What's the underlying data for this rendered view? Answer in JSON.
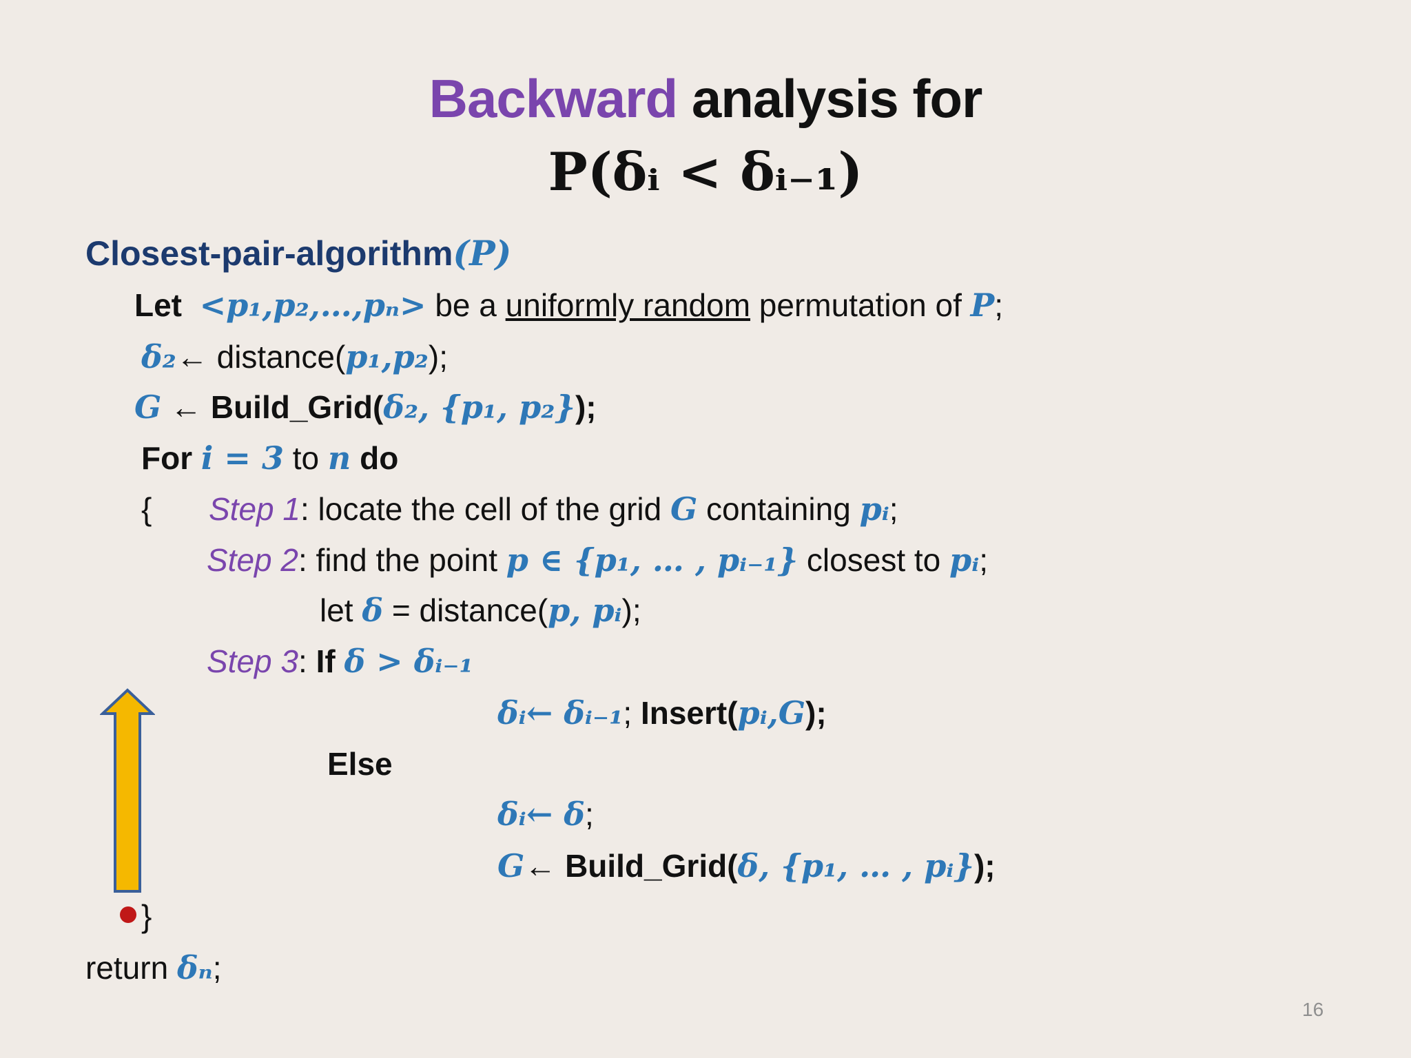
{
  "title": {
    "highlight": "Backward",
    "rest": " analysis for",
    "formula": "P(δᵢ < δᵢ₋₁)"
  },
  "algorithm": {
    "heading": "Closest-pair-algorithm",
    "heading_arg": "(P)",
    "let_kw": "Let",
    "let_seq": "<p₁,p₂,…,pₙ>",
    "let_text_a": " be a ",
    "let_underlined": "uniformly random",
    "let_text_b": " permutation of ",
    "let_P": "P",
    "let_end": ";",
    "delta2_sym": "δ₂",
    "delta2_text": "← distance(",
    "delta2_args": "p₁,p₂",
    "delta2_end": ");",
    "grid_sym": "G",
    "grid_call": " ← Build_Grid(",
    "grid_args": "δ₂, {p₁, p₂}",
    "grid_end": ");",
    "for_kw": "For ",
    "for_init": "i = 3",
    "for_to": " to ",
    "for_n": "n",
    "for_do": "  do",
    "open_brace": "{",
    "step1_label": "Step 1",
    "step1_text": ":  locate the cell of the grid ",
    "step1_G": "G",
    "step1_text2": " containing ",
    "step1_pi": "pᵢ",
    "step1_end": ";",
    "step2_label": "Step 2",
    "step2_text": ":  find the point ",
    "step2_set": "p ∈ {p₁, … , pᵢ₋₁}",
    "step2_text2": " closest to ",
    "step2_pi": "pᵢ",
    "step2_end": ";",
    "let2_text": "let ",
    "let2_delta": "δ",
    "let2_text2": " = distance(",
    "let2_args": "p, pᵢ",
    "let2_end": ");",
    "step3_label": "Step 3",
    "step3_colon": ":  ",
    "step3_if": "If ",
    "step3_cond": "δ > δᵢ₋₁",
    "then_assign": "δᵢ← δᵢ₋₁",
    "then_sep": ";  ",
    "then_insert": "Insert(",
    "then_args": "pᵢ,G",
    "then_end": ");",
    "else_kw": "Else",
    "else_assign": "δᵢ← δ",
    "else_end": ";",
    "else_G": "G",
    "else_call": "← Build_Grid(",
    "else_args": "δ, {p₁, … , pᵢ}",
    "else_call_end": ");",
    "close_brace": "}",
    "return_kw": "return  ",
    "return_val": "δₙ",
    "return_end": ";"
  },
  "page_number": "16",
  "colors": {
    "background": "#f0ebe6",
    "highlight_purple": "#7a45ad",
    "math_blue": "#2e78b7",
    "heading_navy": "#1c3a6e",
    "arrow_fill": "#f5b800",
    "arrow_outline": "#3a5f9a",
    "dot_red": "#c01818"
  }
}
